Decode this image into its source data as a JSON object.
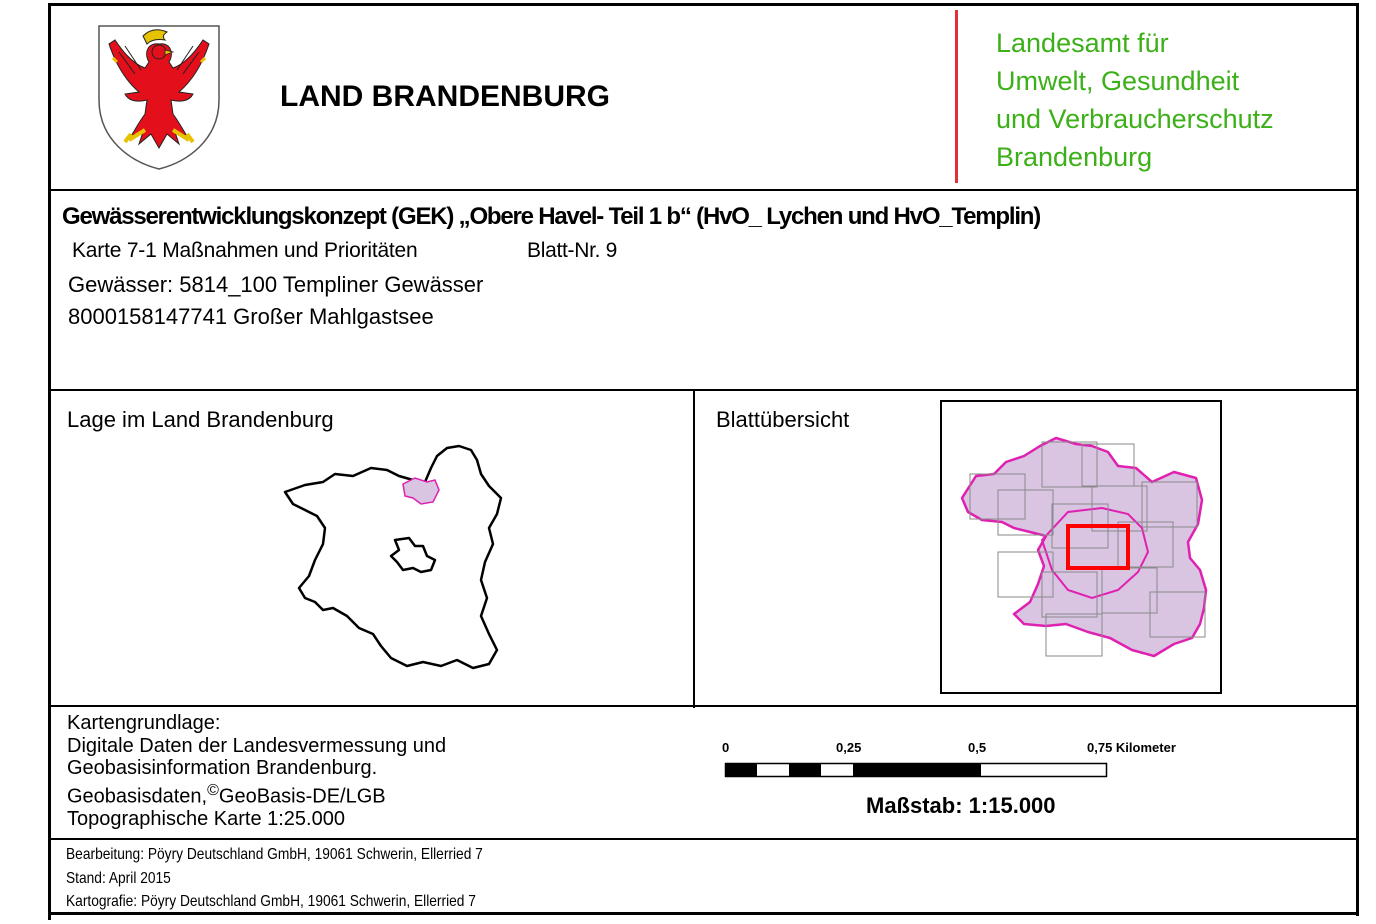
{
  "header": {
    "state_name": "LAND BRANDENBURG",
    "authority_lines": [
      "Landesamt für",
      "Umwelt, Gesundheit",
      "und Verbraucherschutz",
      "Brandenburg"
    ]
  },
  "title": {
    "main": "Gewässerentwicklungskonzept (GEK) „Obere Havel- Teil 1 b“ (HvO_ Lychen und HvO_Templin)",
    "karte": "Karte 7-1  Maßnahmen und Prioritäten",
    "blatt": "Blatt-Nr.  9",
    "gewaesser": "Gewässer: 5814_100 Templiner Gewässer",
    "see": "8000158147741 Großer Mahlgastsee"
  },
  "location_panel": {
    "label": "Lage im Land Brandenburg"
  },
  "overview_panel": {
    "label": "Blattübersicht"
  },
  "basis": {
    "lines": [
      "Kartengrundlage:",
      "Digitale Daten der Landesvermessung und",
      "Geobasisinformation  Brandenburg.",
      "Geobasisdaten,",
      "Topographische Karte 1:25.000"
    ],
    "copyright_symbol": "©",
    "copyright_text": "GeoBasis-DE/LGB"
  },
  "scale": {
    "ticks": [
      "0",
      "0,25",
      "0,5",
      "0,75 Kilometer"
    ],
    "label": "Maßstab: 1:15.000"
  },
  "footer": {
    "bearbeitung": "Bearbeitung: Pöyry Deutschland GmbH, 19061 Schwerin, Ellerried 7",
    "stand": "Stand: April 2015",
    "kartografie": "Kartografie: Pöyry Deutschland GmbH, 19061 Schwerin, Ellerried 7"
  },
  "colors": {
    "authority_green": "#3cb018",
    "divider_red": "#e0303c",
    "highlight_magenta": "#e020b0",
    "catchment_fill": "#d9c4e2",
    "selected_sheet_red": "#ff0000",
    "eagle_red": "#e3101c"
  }
}
